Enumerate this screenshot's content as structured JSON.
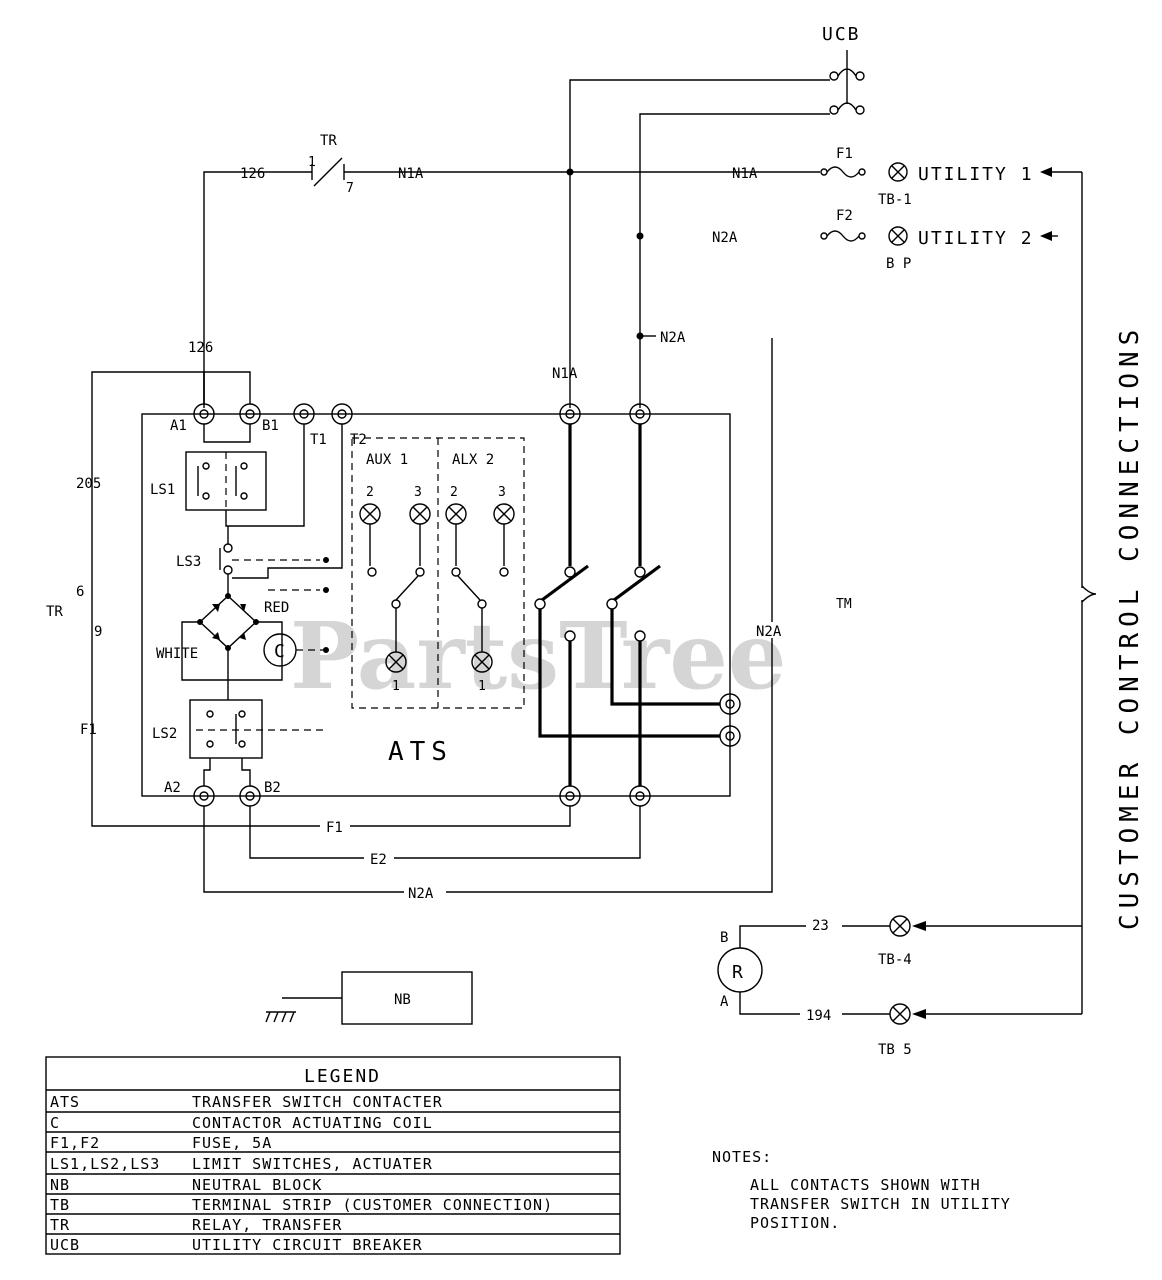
{
  "watermark": {
    "text": "PartsTree",
    "tm": "TM"
  },
  "labels": {
    "ucb": "UCB",
    "tr_top": "TR",
    "tr_pin1": "1",
    "tr_pin7": "7",
    "w126_top": "126",
    "w126_side": "126",
    "n1a_left": "N1A",
    "n1a_right": "N1A",
    "n1a_vert": "N1A",
    "f1_fuse": "F1",
    "f2_fuse": "F2",
    "utility1": "UTILITY 1",
    "utility2": "UTILITY 2",
    "tb1": "TB-1",
    "tb2": "B P",
    "n2a_a": "N2A",
    "n2a_b": "N2A",
    "n2a_c": "N2A",
    "n2a_d": "N2A",
    "a1": "A1",
    "b1": "B1",
    "t1": "T1",
    "t2": "T2",
    "a2": "A2",
    "b2": "B2",
    "w205": "205",
    "tr_side": "TR",
    "pin6": "6",
    "pin9": "9",
    "f1_side": "F1",
    "ls1": "LS1",
    "ls2": "LS2",
    "ls3": "LS3",
    "red": "RED",
    "white": "WHITE",
    "coil": "C",
    "aux1": "AUX 1",
    "aux2": "ALX 2",
    "aux1_p2": "2",
    "aux1_p3": "3",
    "aux1_p1": "1",
    "aux2_p2": "2",
    "aux2_p3": "3",
    "aux2_p1": "1",
    "ats": "ATS",
    "f1_bottom": "F1",
    "e2_bottom": "E2",
    "customer_connections": "CUSTOMER CONTROL CONNECTIONS",
    "w23": "23",
    "w194": "194",
    "tb4": "TB-4",
    "tb5": "TB 5",
    "relay_b": "B",
    "relay_a": "A",
    "relay_r": "R",
    "nb": "NB"
  },
  "legend": {
    "title": "LEGEND",
    "rows": [
      {
        "code": "ATS",
        "desc": "TRANSFER SWITCH CONTACTER"
      },
      {
        "code": "C",
        "desc": "CONTACTOR ACTUATING COIL"
      },
      {
        "code": "F1,F2",
        "desc": "FUSE, 5A"
      },
      {
        "code": "LS1,LS2,LS3",
        "desc": "LIMIT SWITCHES, ACTUATER"
      },
      {
        "code": "NB",
        "desc": "NEUTRAL BLOCK"
      },
      {
        "code": "TB",
        "desc": "TERMINAL STRIP (CUSTOMER CONNECTION)"
      },
      {
        "code": "TR",
        "desc": "RELAY, TRANSFER"
      },
      {
        "code": "UCB",
        "desc": "UTILITY CIRCUIT BREAKER"
      }
    ]
  },
  "notes": {
    "heading": "NOTES:",
    "lines": [
      "ALL CONTACTS SHOWN WITH",
      "TRANSFER SWITCH IN UTILITY",
      "POSITION."
    ]
  }
}
